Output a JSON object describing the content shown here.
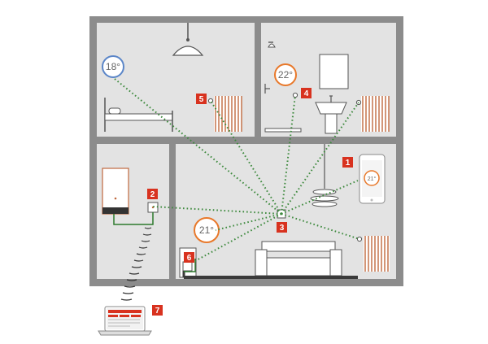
{
  "rooms": {
    "bedroom": {
      "thermostat": "18°"
    },
    "bathroom": {
      "thermostat": "22°"
    },
    "living": {
      "thermostat": "21°"
    },
    "phone_app": {
      "temperature": "21°"
    }
  },
  "markers": [
    {
      "id": "1",
      "label": "1"
    },
    {
      "id": "2",
      "label": "2"
    },
    {
      "id": "3",
      "label": "3"
    },
    {
      "id": "4",
      "label": "4"
    },
    {
      "id": "5",
      "label": "5"
    },
    {
      "id": "6",
      "label": "6"
    },
    {
      "id": "7",
      "label": "7"
    }
  ],
  "colors": {
    "wall": "#8c8c8c",
    "room_fill": "#e3e3e3",
    "marker": "#d8321f",
    "link_dotted": "#3e8a3e",
    "pipe": "#2d7a2d",
    "radiator": "#c0693f"
  }
}
